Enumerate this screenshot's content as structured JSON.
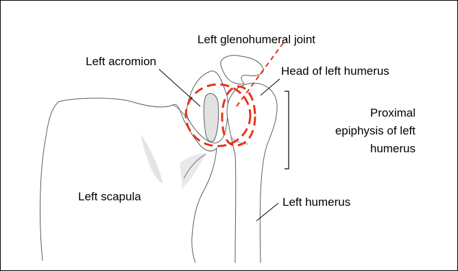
{
  "labels": {
    "glenohumeral_joint": "Left glenohumeral joint",
    "acromion": "Left acromion",
    "head_of_humerus": "Head of left humerus",
    "proximal_epiphysis": "Proximal epiphysis of left humerus",
    "scapula": "Left scapula",
    "humerus": "Left humerus"
  },
  "colors": {
    "outline": "#5a5a5a",
    "shading": "#e2e2e2",
    "highlight": "#e5331a",
    "text": "#000000"
  }
}
